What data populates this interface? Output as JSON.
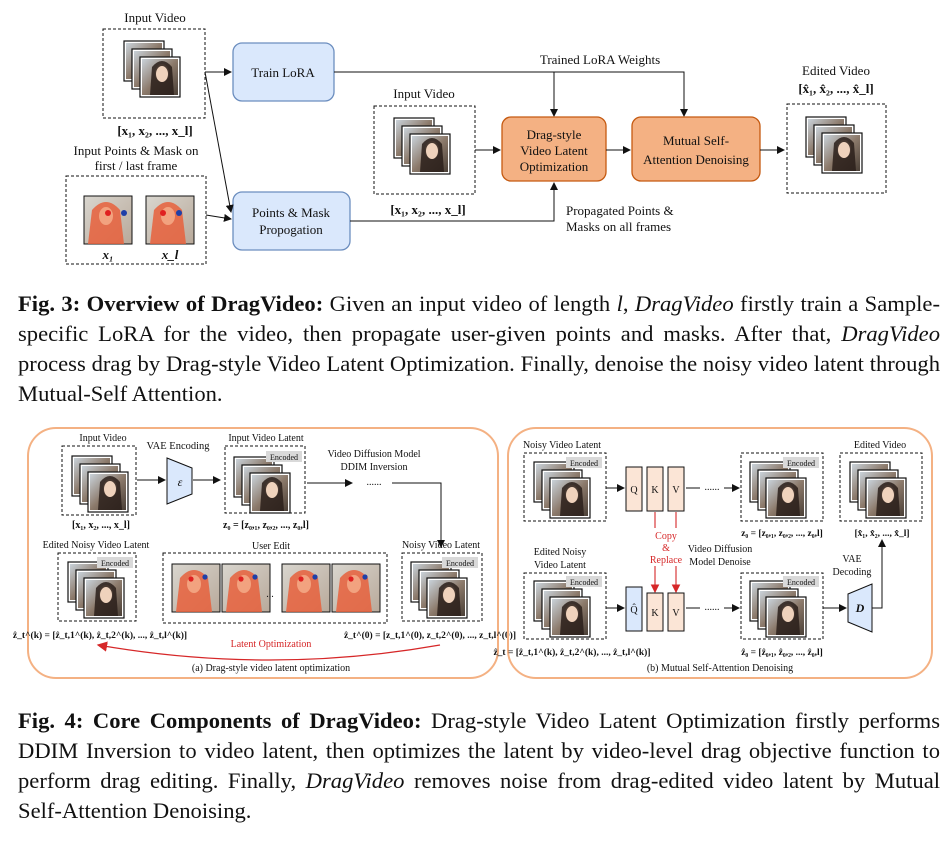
{
  "fig3": {
    "input_video_label": "Input Video",
    "input_video_seq": "[x₁, x₂, ..., x_l]",
    "points_mask_label_1": "Input Points & Mask on",
    "points_mask_label_2": "first / last frame",
    "x1_label": "x₁",
    "xl_label": "x_l",
    "train_lora": "Train LoRA",
    "points_mask_prop_1": "Points & Mask",
    "points_mask_prop_2": "Propogation",
    "trained_lora_weights": "Trained LoRA Weights",
    "input_video_mid_label": "Input Video",
    "input_video_mid_seq": "[x₁, x₂, ..., x_l]",
    "drag_opt_1": "Drag-style",
    "drag_opt_2": "Video Latent",
    "drag_opt_3": "Optimization",
    "mutual_1": "Mutual Self-",
    "mutual_2": "Attention Denoising",
    "propagated_1": "Propagated Points &",
    "propagated_2": "Masks on all frames",
    "edited_video_label": "Edited Video",
    "edited_video_seq": "[x̂₁, x̂₂, ..., x̂_l]"
  },
  "caption3": {
    "label": "Fig. 3: Overview of DragVideo:",
    "line1_rest": "Given an input video of length ",
    "var_l": "l",
    "comma": ",",
    "dragvideo": "DragVideo",
    "line1_tail": "firstly",
    "line2": "train a Sample-specific LoRA for the video, then propagate user-given points and",
    "line3_a": "masks. After that,",
    "line3_b": "process drag by Drag-style Video Latent Optimization.",
    "line4": "Finally, denoise the noisy video latent through Mutual-Self Attention."
  },
  "fig4a": {
    "input_video": "Input Video",
    "vae_encoding": "VAE Encoding",
    "encoder_symbol": "ε",
    "input_video_latent": "Input Video Latent",
    "encoded": "Encoded",
    "diffusion_1": "Video Diffusion Model",
    "diffusion_2": "DDIM Inversion",
    "dots": "......",
    "input_seq": "[x₁, x₂, ..., x_l]",
    "z0_seq": "z₀ = [z₀,₁, z₀,₂, ..., z₀,l]",
    "edited_noisy_latent": "Edited Noisy Video Latent",
    "user_edit": "User Edit",
    "noisy_video_latent": "Noisy Video Latent",
    "ellipsis": "...",
    "zhat_k": "ẑ_t^(k) = [ẑ_t,1^(k), ẑ_t,2^(k), ..., ẑ_t,l^(k)]",
    "zhat_0": "ẑ_t^(0) = [z_t,1^(0), z_t,2^(0), ..., z_t,l^(0)]",
    "latent_opt": "Latent Optimization",
    "subcaption": "(a) Drag-style video latent optimization"
  },
  "fig4b": {
    "noisy_video_latent": "Noisy Video Latent",
    "encoded": "Encoded",
    "q": "Q",
    "k": "K",
    "v": "V",
    "qhat": "Q̂",
    "dots": "......",
    "edited_video": "Edited Video",
    "z0_seq": "z₀ = [z₀,₁, z₀,₂, ..., z₀,l]",
    "edited_seq": "[x̂₁, x̂₂, ..., x̂_l]",
    "copy_1": "Copy",
    "copy_2": "&",
    "copy_3": "Replace",
    "diffusion_1": "Video Diffusion",
    "diffusion_2": "Model Denoise",
    "edited_noisy_1": "Edited Noisy",
    "edited_noisy_2": "Video Latent",
    "vae_1": "VAE",
    "vae_2": "Decoding",
    "decoder_symbol": "D",
    "zt_seq": "ẑ_t = [ẑ_t,1^(k), ẑ_t,2^(k), ..., ẑ_t,l^(k)]",
    "zhat0_seq": "ẑ₀ = [ẑ₀,₁, ẑ₀,₂, ..., ẑ₀,l]",
    "subcaption": "(b) Mutual Self-Attention Denoising"
  },
  "caption4": {
    "label": "Fig. 4: Core Components of DragVideo:",
    "line1_rest": "Drag-style Video Latent Optimization",
    "line2": "firstly performs DDIM Inversion to video latent, then optimizes the latent by video-",
    "line3_a": "level drag objective function to perform drag editing. Finally,",
    "line3_b": "DragVideo",
    "line3_c": "removes noise",
    "line4": "from drag-edited video latent by Mutual Self-Attention Denoising."
  },
  "colors": {
    "blue_box": "#dae8fc",
    "blue_stroke": "#6c8ebf",
    "orange_box": "#f4b183",
    "orange_stroke": "#c55a11",
    "panel_border": "#f4b183",
    "red": "#d62728",
    "peach": "#fbe5d6"
  }
}
